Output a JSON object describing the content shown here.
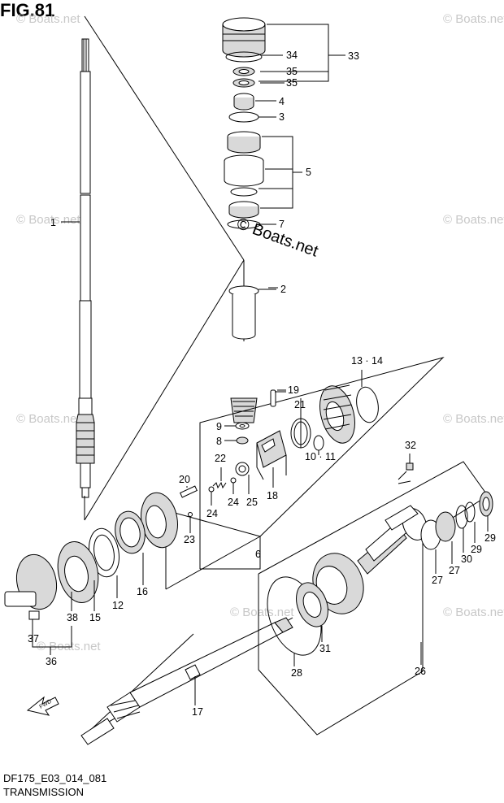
{
  "figure": {
    "title": "FIG.81",
    "code": "DF175_E03_014_081",
    "caption": "TRANSMISSION"
  },
  "watermark": {
    "small": "© Boats.net",
    "center": "© Boats.net"
  },
  "fwd_label": "FWD",
  "callouts": [
    "1",
    "2",
    "3",
    "4",
    "5",
    "6",
    "7",
    "8",
    "9",
    "10 · 11",
    "12",
    "13 · 14",
    "15",
    "16",
    "17",
    "18",
    "19",
    "20",
    "21",
    "22",
    "23",
    "24",
    "24",
    "25",
    "26",
    "27",
    "27",
    "28",
    "29",
    "29",
    "30",
    "31",
    "32",
    "33",
    "34",
    "35",
    "35",
    "36",
    "37",
    "38"
  ],
  "colors": {
    "line": "#000000",
    "watermark": "#c8c8c8",
    "part_fill": "#ffffff",
    "shade": "#d9d9d9"
  }
}
